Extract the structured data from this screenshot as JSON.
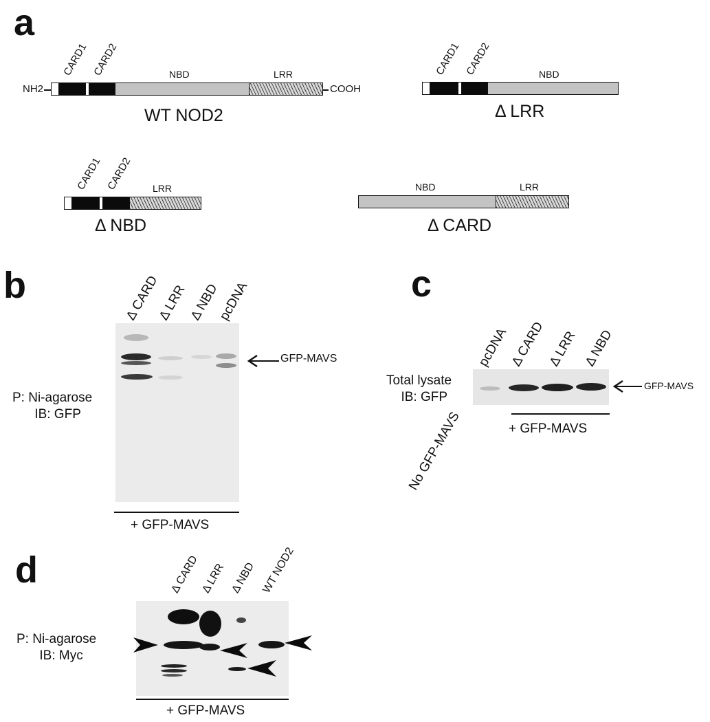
{
  "panels": {
    "a": "a",
    "b": "b",
    "c": "c",
    "d": "d"
  },
  "panel_a": {
    "domains": {
      "card1": "CARD1",
      "card2": "CARD2",
      "nbd": "NBD",
      "lrr": "LRR"
    },
    "termini": {
      "n": "NH2",
      "c": "COOH"
    },
    "constructs": {
      "wt": "WT NOD2",
      "dlrr": "Δ LRR",
      "dnbd": "Δ NBD",
      "dcard": "Δ CARD"
    }
  },
  "panel_b": {
    "lanes": [
      "Δ CARD",
      "Δ LRR",
      "Δ NBD",
      "pcDNA"
    ],
    "side_label_line1": "P: Ni-agarose",
    "side_label_line2": "IB: GFP",
    "arrow_label": "GFP-MAVS",
    "bottom_label": "+ GFP-MAVS"
  },
  "panel_c": {
    "lanes": [
      "pcDNA",
      "Δ CARD",
      "Δ LRR",
      "Δ NBD"
    ],
    "side_label_line1": "Total lysate",
    "side_label_line2": "IB: GFP",
    "arrow_label": "GFP-MAVS",
    "bottom_label": "+ GFP-MAVS",
    "no_mavs_label": "No GFP-MAVS"
  },
  "panel_d": {
    "lanes": [
      "Δ CARD",
      "Δ LRR",
      "Δ NBD",
      "WT NOD2"
    ],
    "side_label_line1": "P: Ni-agarose",
    "side_label_line2": "IB: Myc",
    "bottom_label": "+ GFP-MAVS"
  }
}
